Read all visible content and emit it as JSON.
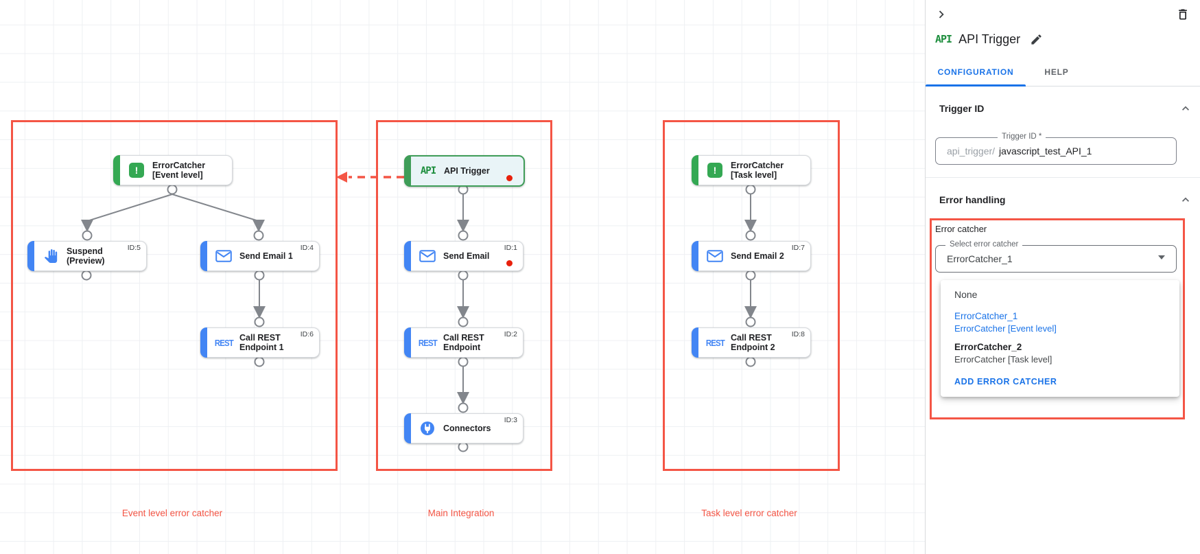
{
  "canvas": {
    "icon_glyphs": {
      "api": "API",
      "rest": "REST",
      "error": "!"
    },
    "groups": [
      {
        "label": "Event level error catcher"
      },
      {
        "label": "Main Integration"
      },
      {
        "label": "Task level error catcher"
      }
    ],
    "nodes": {
      "ec_event": {
        "label": "ErrorCatcher\n[Event level]",
        "id": ""
      },
      "suspend": {
        "label": "Suspend\n(Preview)",
        "id": "ID:5"
      },
      "send_email_1": {
        "label": "Send Email 1",
        "id": "ID:4"
      },
      "call_rest_1": {
        "label": "Call REST\nEndpoint 1",
        "id": "ID:6"
      },
      "api_trigger": {
        "label": "API Trigger",
        "id": ""
      },
      "send_email": {
        "label": "Send Email",
        "id": "ID:1"
      },
      "call_rest": {
        "label": "Call REST\nEndpoint",
        "id": "ID:2"
      },
      "connectors": {
        "label": "Connectors",
        "id": "ID:3"
      },
      "ec_task": {
        "label": "ErrorCatcher\n[Task level]",
        "id": ""
      },
      "send_email_2": {
        "label": "Send Email 2",
        "id": "ID:7"
      },
      "call_rest_2": {
        "label": "Call REST\nEndpoint 2",
        "id": "ID:8"
      }
    },
    "colors": {
      "annotation_red": "#f45545",
      "accent_blue": "#4285f4",
      "accent_green": "#34a853",
      "error_dot": "#e8200c"
    }
  },
  "panel": {
    "title": "API Trigger",
    "title_icon": "API",
    "tabs": {
      "configuration": "CONFIGURATION",
      "help": "HELP"
    },
    "trigger_id": {
      "title": "Trigger ID",
      "field_label": "Trigger ID *",
      "prefix": "api_trigger/",
      "value": "javascript_test_API_1"
    },
    "error_handling": {
      "title": "Error handling",
      "group_label": "Error catcher",
      "select_label": "Select error catcher",
      "select_value": "ErrorCatcher_1",
      "menu": {
        "none_label": "None",
        "option1_name": "ErrorCatcher_1",
        "option1_detail": "ErrorCatcher [Event level]",
        "option2_name": "ErrorCatcher_2",
        "option2_detail": "ErrorCatcher [Task level]",
        "add_button": "ADD ERROR CATCHER"
      }
    }
  }
}
